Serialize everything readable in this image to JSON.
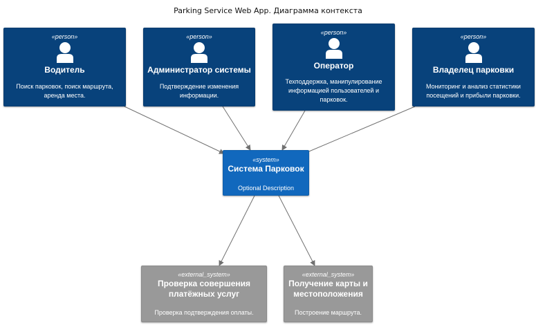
{
  "title": "Parking Service Web App. Диаграмма контекста",
  "persons": [
    {
      "stereotype": "«person»",
      "name": "Водитель",
      "description": "Поиск парковок, поиск маршрута, аренда места.",
      "icon": "person-icon"
    },
    {
      "stereotype": "«person»",
      "name": "Администратор системы",
      "description": "Подтверждение изменения информации.",
      "icon": "person-icon"
    },
    {
      "stereotype": "«person»",
      "name": "Оператор",
      "description": "Техподдержка, манипулирование информацией пользователей и парковок.",
      "icon": "person-icon"
    },
    {
      "stereotype": "«person»",
      "name": "Владелец парковки",
      "description": "Мониторинг и анализ статистики посещений и прибыли парковки.",
      "icon": "person-icon"
    }
  ],
  "system": {
    "stereotype": "«system»",
    "name": "Система Парковок",
    "description": "Optional Description"
  },
  "external_systems": [
    {
      "stereotype": "«external_system»",
      "name": "Проверка совершения платёжных услуг",
      "description": "Проверка подтверждения оплаты."
    },
    {
      "stereotype": "«external_system»",
      "name": "Получение карты и местоположения",
      "description": "Построение маршрута."
    }
  ],
  "colors": {
    "person": "#08427b",
    "system": "#1168bd",
    "external_system": "#999999",
    "edge": "#707070"
  }
}
